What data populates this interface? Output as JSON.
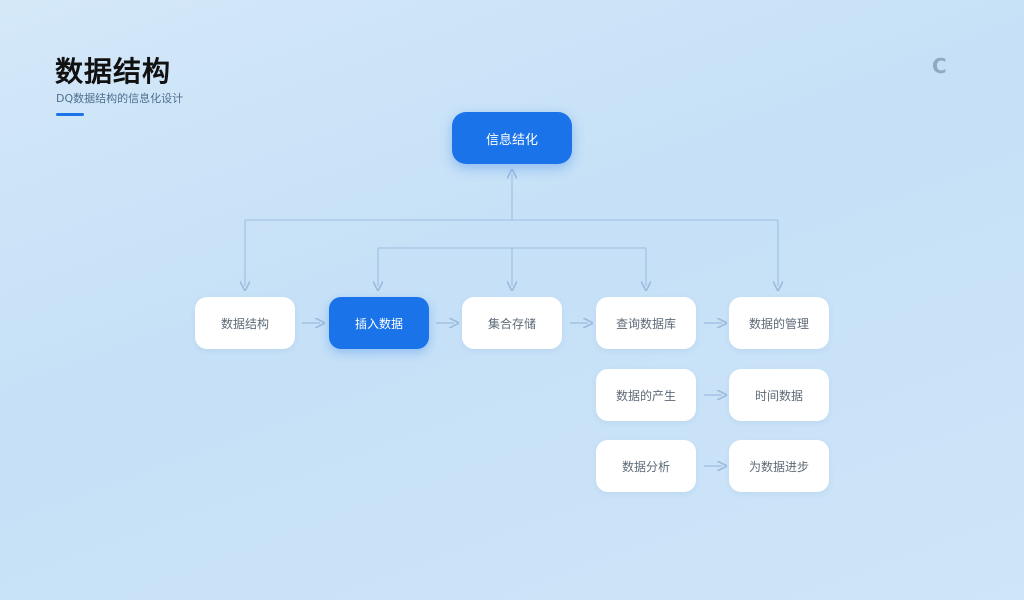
{
  "header": {
    "title": "数据结构",
    "subtitle": "DQ数据结构的信息化设计"
  },
  "logo": {
    "text": "C"
  },
  "diagram": {
    "root": "信息结化",
    "row1": [
      "数据结构",
      "插入数据",
      "集合存储",
      "查询数据库",
      "数据的管理"
    ],
    "row2": [
      "数据的产生",
      "时间数据"
    ],
    "row3": [
      "数据分析",
      "为数据进步"
    ]
  },
  "colors": {
    "accent": "#1a73e8",
    "node": "#ffffff",
    "connector": "#a6c3e2",
    "background": "#c8e1f7"
  }
}
